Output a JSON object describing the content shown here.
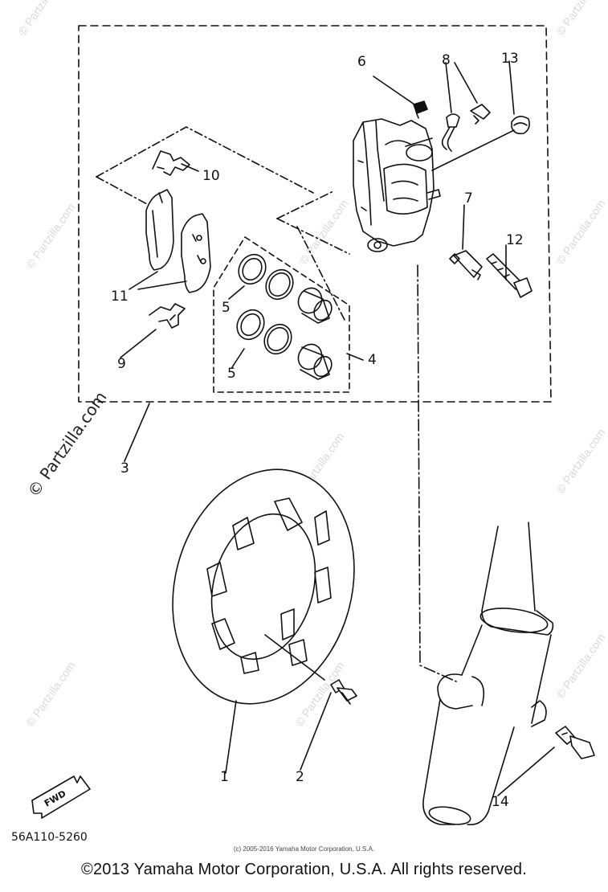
{
  "callouts": {
    "c1": "1",
    "c2": "2",
    "c3": "3",
    "c4": "4",
    "c5a": "5",
    "c5b": "5",
    "c6": "6",
    "c7": "7",
    "c8": "8",
    "c9": "9",
    "c10": "10",
    "c11": "11",
    "c12": "12",
    "c13": "13",
    "c14": "14"
  },
  "fwd_label": "FWD",
  "drawing_code": "56A110-5260",
  "watermark": "© Partzilla.com",
  "copyright_small": "(c) 2005-2016 Yamaha Motor Corporation, U.S.A.",
  "copyright_main": "©2013 Yamaha Motor Corporation, U.S.A. All rights reserved.",
  "colors": {
    "ink": "#111111",
    "watermark": "#d9d9d9",
    "background": "#ffffff"
  }
}
